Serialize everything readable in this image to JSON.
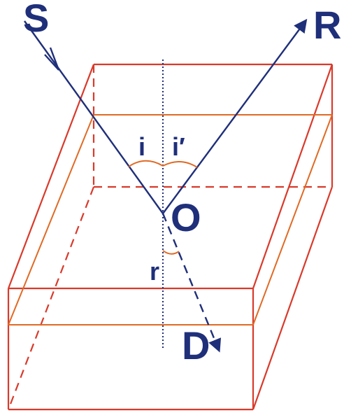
{
  "labels": {
    "S": "S",
    "R": "R",
    "O": "O",
    "D": "D",
    "i": "i",
    "i_prime": "i′",
    "r": "r"
  },
  "colors": {
    "box": "#d93a2b",
    "surface": "#e06a24",
    "ray": "#1f2f7a"
  }
}
